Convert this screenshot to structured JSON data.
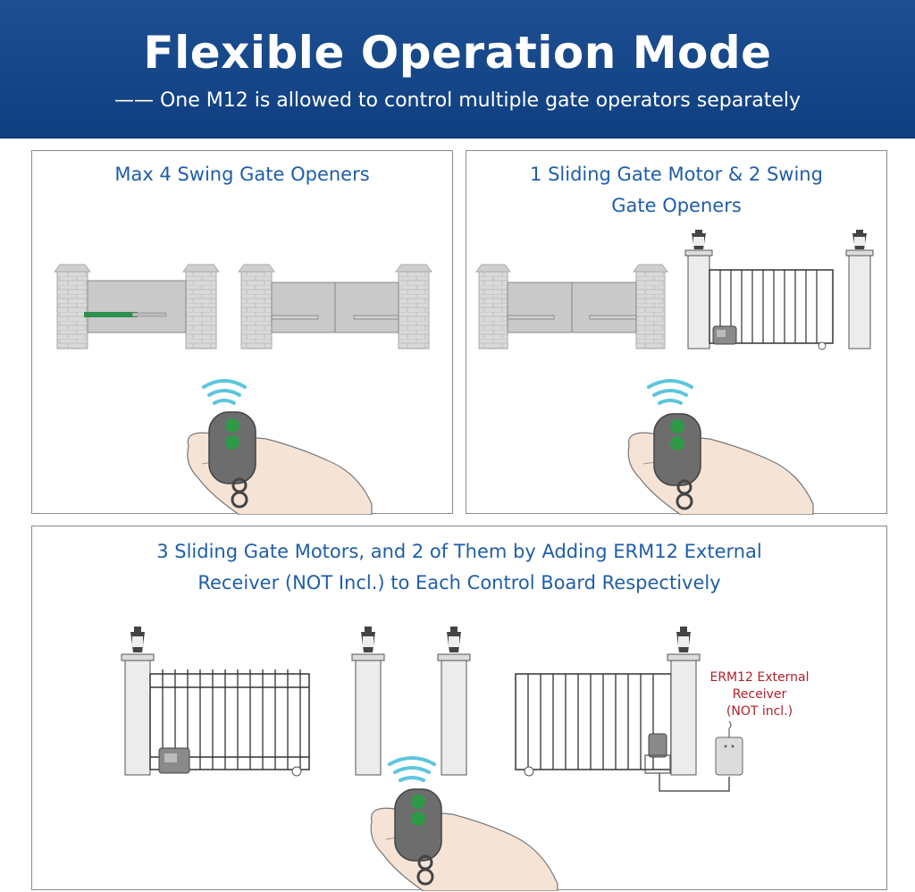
{
  "header": {
    "title": "Flexible Operation Mode",
    "subtitle": "—— One M12 is allowed to control multiple gate operators separately"
  },
  "panels": [
    {
      "title_line1": "Max 4 Swing Gate Openers",
      "title_line2": ""
    },
    {
      "title_line1": "1 Sliding Gate Motor & 2 Swing",
      "title_line2": "Gate Openers"
    },
    {
      "title_line1": "3 Sliding Gate Motors, and 2 of Them by Adding ERM12 External",
      "title_line2": "Receiver (NOT Incl.) to Each Control Board Respectively"
    }
  ],
  "receiver_label": {
    "line1": "ERM12 External",
    "line2": "Receiver",
    "line3": "(NOT incl.)"
  },
  "colors": {
    "header_blue": "#154685",
    "title_blue": "#1f5ea8",
    "receiver_red": "#b0202a",
    "button_green": "#2e9a48",
    "signal_cyan": "#5cc6dd"
  },
  "icons": [
    "remote-control-icon",
    "wireless-signal-icon",
    "hand-icon",
    "lamp-icon",
    "gate-motor-icon",
    "receiver-box-icon"
  ]
}
